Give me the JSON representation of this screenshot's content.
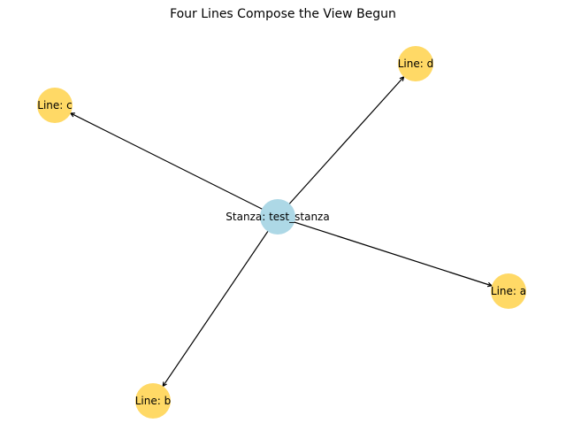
{
  "title": "Four Lines Compose the View Begun",
  "colors": {
    "center": "#add8e6",
    "leaf": "#ffd966",
    "edge": "#000000"
  },
  "center": {
    "id": "stanza",
    "label": "Stanza: test_stanza"
  },
  "nodes": [
    {
      "id": "line-d",
      "label": "Line: d"
    },
    {
      "id": "line-c",
      "label": "Line: c"
    },
    {
      "id": "line-a",
      "label": "Line: a"
    },
    {
      "id": "line-b",
      "label": "Line: b"
    }
  ],
  "edges": [
    {
      "from": "stanza",
      "to": "line-d"
    },
    {
      "from": "stanza",
      "to": "line-c"
    },
    {
      "from": "stanza",
      "to": "line-a"
    },
    {
      "from": "stanza",
      "to": "line-b"
    }
  ]
}
